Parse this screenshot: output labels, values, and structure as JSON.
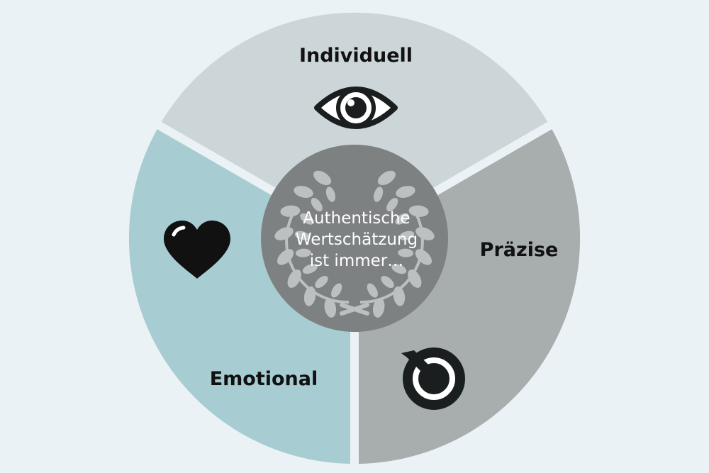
{
  "segments": [
    {
      "label": "Individuell",
      "icon": "eye-icon",
      "color": "#ccd6d9"
    },
    {
      "label": "Präzise",
      "icon": "target-arrow-icon",
      "color": "#a8adae"
    },
    {
      "label": "Emotional",
      "icon": "heart-icon",
      "color": "#a7ccd2"
    }
  ],
  "center": {
    "lines": [
      "Authentische",
      "Wertschätzung",
      "ist immer…"
    ],
    "icon": "laurel-wreath-icon",
    "color": "#7e8182",
    "text_color": "#ffffff"
  },
  "colors": {
    "background": "#eaf2f5",
    "icon_dark": "#1b1e1f",
    "label_text": "#111111"
  }
}
